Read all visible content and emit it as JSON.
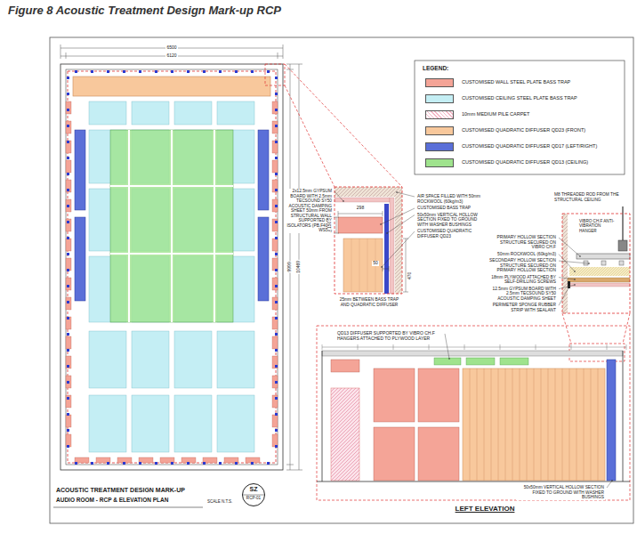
{
  "diagram": {
    "title": "Figure 8 Acoustic Treatment Design Mark-up RCP",
    "nodes": [
      {
        "text": [
          "SZ",
          "RCP-01"
        ]
      }
    ],
    "labels": [
      "6500",
      "6120",
      "9999",
      "10469",
      "LEGEND:",
      "2x12.5mm GYPSUM BOARD WITH 2.5mm TECSOUND SY50 ACOUSTIC DAMPING SHEET 50mm FROM STRUCTURAL WALL SUPPORTED BY ISOLATORS (PB.F40 & WS50)",
      "298",
      "150",
      "50",
      "470",
      "AIR SPACE FILLED WITH 50mm ROCKWOOL (60kg/m3)",
      "CUSTOMISED BASS TRAP",
      "50x50mm VERTICAL HOLLOW SECTION FIXED TO GROUND WITH WASHER BUSHINGS",
      "CUSTOMISED QUADRATIC DIFFUSER QD23",
      "25mm BETWEEN BASS TRAP AND QUADRATIC DIFFUSER",
      "M8 THREADED ROD FROM THE STRUCTURAL CEILING",
      "VIBRO CH.F ANTI-VIBRATION HANGER",
      "PRIMARY HOLLOW SECTION STRUCTURE SECURED ON VIBRO CH.F",
      "50mm ROCKWOOL (60kg/m3)",
      "SECONDARY HOLLOW SECTION STRUCTURE SECURED ON PRIMARY HOLLOW SECTION",
      "18mm PLYWOOD ATTACHED BY SELF-DRILLING SCREWS",
      "12.5mm GYPSUM BOARD WITH 2.5mm TECSOUND SY50 ACOUSTIC DAMPING SHEET",
      "PERIMETER SPONGE RUBBER STRIP WITH SEALANT",
      "QD13 DIFFUSER SUPPORTED BY VIBRO CH.F HANGERS ATTACHED TO PLYWOOD LAYER",
      "LEFT ELEVATION",
      "50x50mm VERTICAL HOLLOW SECTION FIXED TO GROUND WITH WASHER BUSHINGS",
      "ACOUSTIC TREATMENT DESIGN MARK-UP",
      "AUDIO ROOM - RCP & ELEVATION PLAN",
      "SCALE N.T.S."
    ],
    "legend": [
      {
        "text": "CUSTOMISED WALL STEEL PLATE BASS TRAP",
        "color": "#f4a497"
      },
      {
        "text": "CUSTOMISED CEILING STEEL PLATE BASS TRAP",
        "color": "#c4eef4"
      },
      {
        "text": "10mm MEDIUM PILE CARPET"
      },
      {
        "text": "CUSTOMISED QUADRATIC DIFFUSER QD23 (FRONT)",
        "color": "#f8c89c"
      },
      {
        "text": "CUSTOMISED QUADRATIC DIFFUSER QD17 (LEFT/RIGHT)",
        "color": "#5a6fd8"
      },
      {
        "text": "CUSTOMISED QUADRATIC DIFFUSER QD13 (CEILING)",
        "color": "#9fe38d"
      }
    ]
  }
}
